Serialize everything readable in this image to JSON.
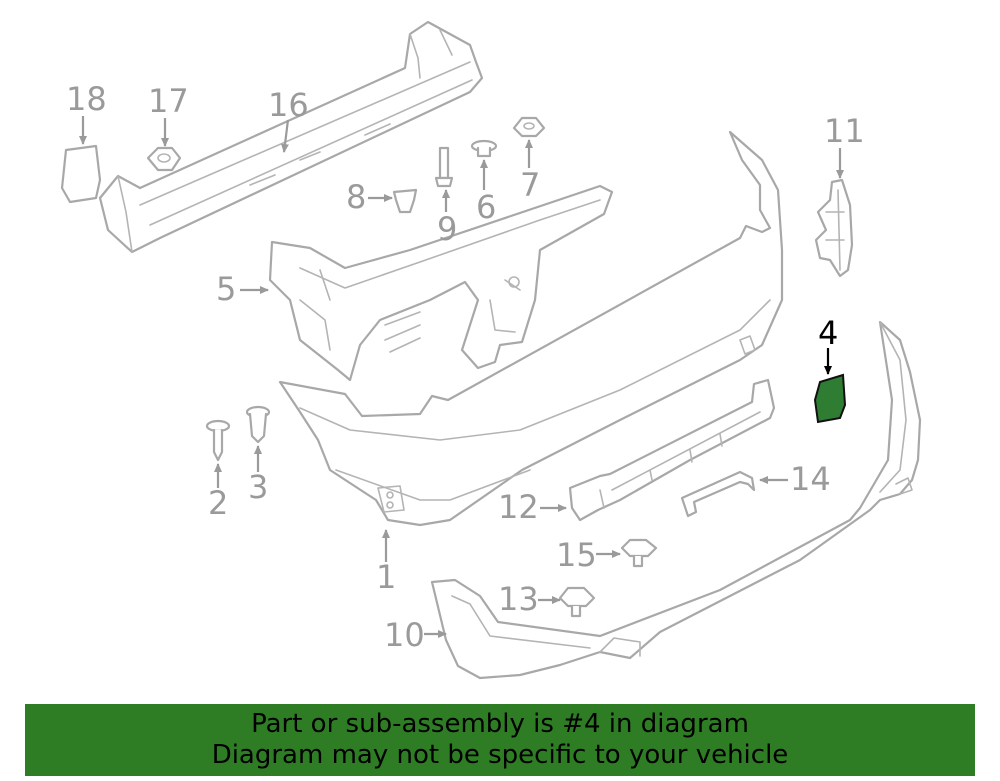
{
  "callouts": {
    "c1": "1",
    "c2": "2",
    "c3": "3",
    "c4": "4",
    "c5": "5",
    "c6": "6",
    "c7": "7",
    "c8": "8",
    "c9": "9",
    "c10": "10",
    "c11": "11",
    "c12": "12",
    "c13": "13",
    "c14": "14",
    "c15": "15",
    "c16": "16",
    "c17": "17",
    "c18": "18"
  },
  "highlight": {
    "part_number": "4",
    "color": "#2e7d32"
  },
  "banner": {
    "line1": "Part or sub-assembly is #4 in diagram",
    "line2": "Diagram may not be specific to your vehicle",
    "background": "#2e7d24"
  }
}
